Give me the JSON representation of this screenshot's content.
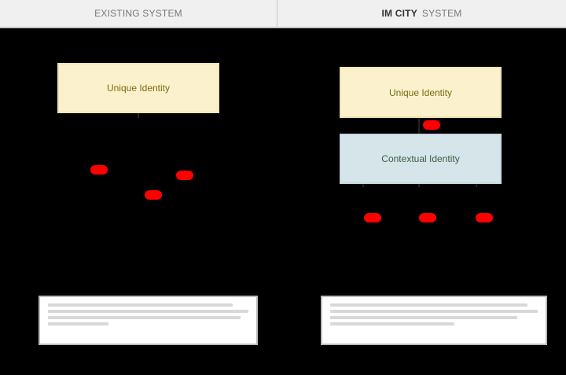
{
  "header": {
    "left_title": "EXISTING SYSTEM",
    "right_title_strong": "IM CITY",
    "right_title_rest": "SYSTEM"
  },
  "existing": {
    "unique_identity_label": "Unique Identity"
  },
  "im_city": {
    "unique_identity_label": "Unique Identity",
    "contextual_identity_label": "Contextual Identity"
  },
  "colors": {
    "marker": "#ff0000",
    "unique_fill": "#fbf2cd",
    "contextual_fill": "#d6e5e9"
  }
}
